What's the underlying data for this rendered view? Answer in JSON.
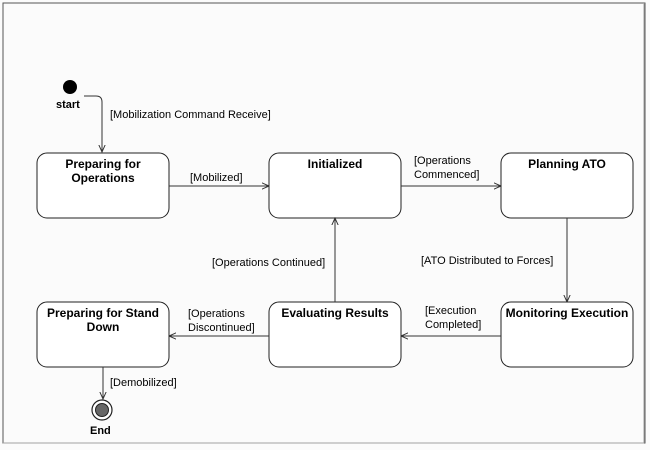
{
  "diagram": {
    "pseudo_states": {
      "start": {
        "label": "start"
      },
      "end": {
        "label": "End"
      }
    },
    "states": {
      "preparing_ops": {
        "title_line1": "Preparing for",
        "title_line2": "Operations"
      },
      "initialized": {
        "title_line1": "Initialized"
      },
      "planning_ato": {
        "title_line1": "Planning ATO"
      },
      "monitoring": {
        "title_line1": "Monitoring Execution"
      },
      "evaluating": {
        "title_line1": "Evaluating Results"
      },
      "preparing_stand_down": {
        "title_line1": "Preparing for Stand",
        "title_line2": "Down"
      }
    },
    "transitions": {
      "mobilization_cmd": {
        "line1": "[Mobilization Command Receive]"
      },
      "mobilized": {
        "line1": "[Mobilized]"
      },
      "ops_commenced": {
        "line1": "[Operations",
        "line2": "Commenced]"
      },
      "ato_distributed": {
        "line1": "[ATO Distributed to Forces]"
      },
      "execution_completed": {
        "line1": "[Execution",
        "line2": "Completed]"
      },
      "ops_continued": {
        "line1": "[Operations Continued]"
      },
      "ops_discontinued": {
        "line1": "[Operations",
        "line2": "Discontinued]"
      },
      "demobilized": {
        "line1": "[Demobilized]"
      }
    }
  }
}
